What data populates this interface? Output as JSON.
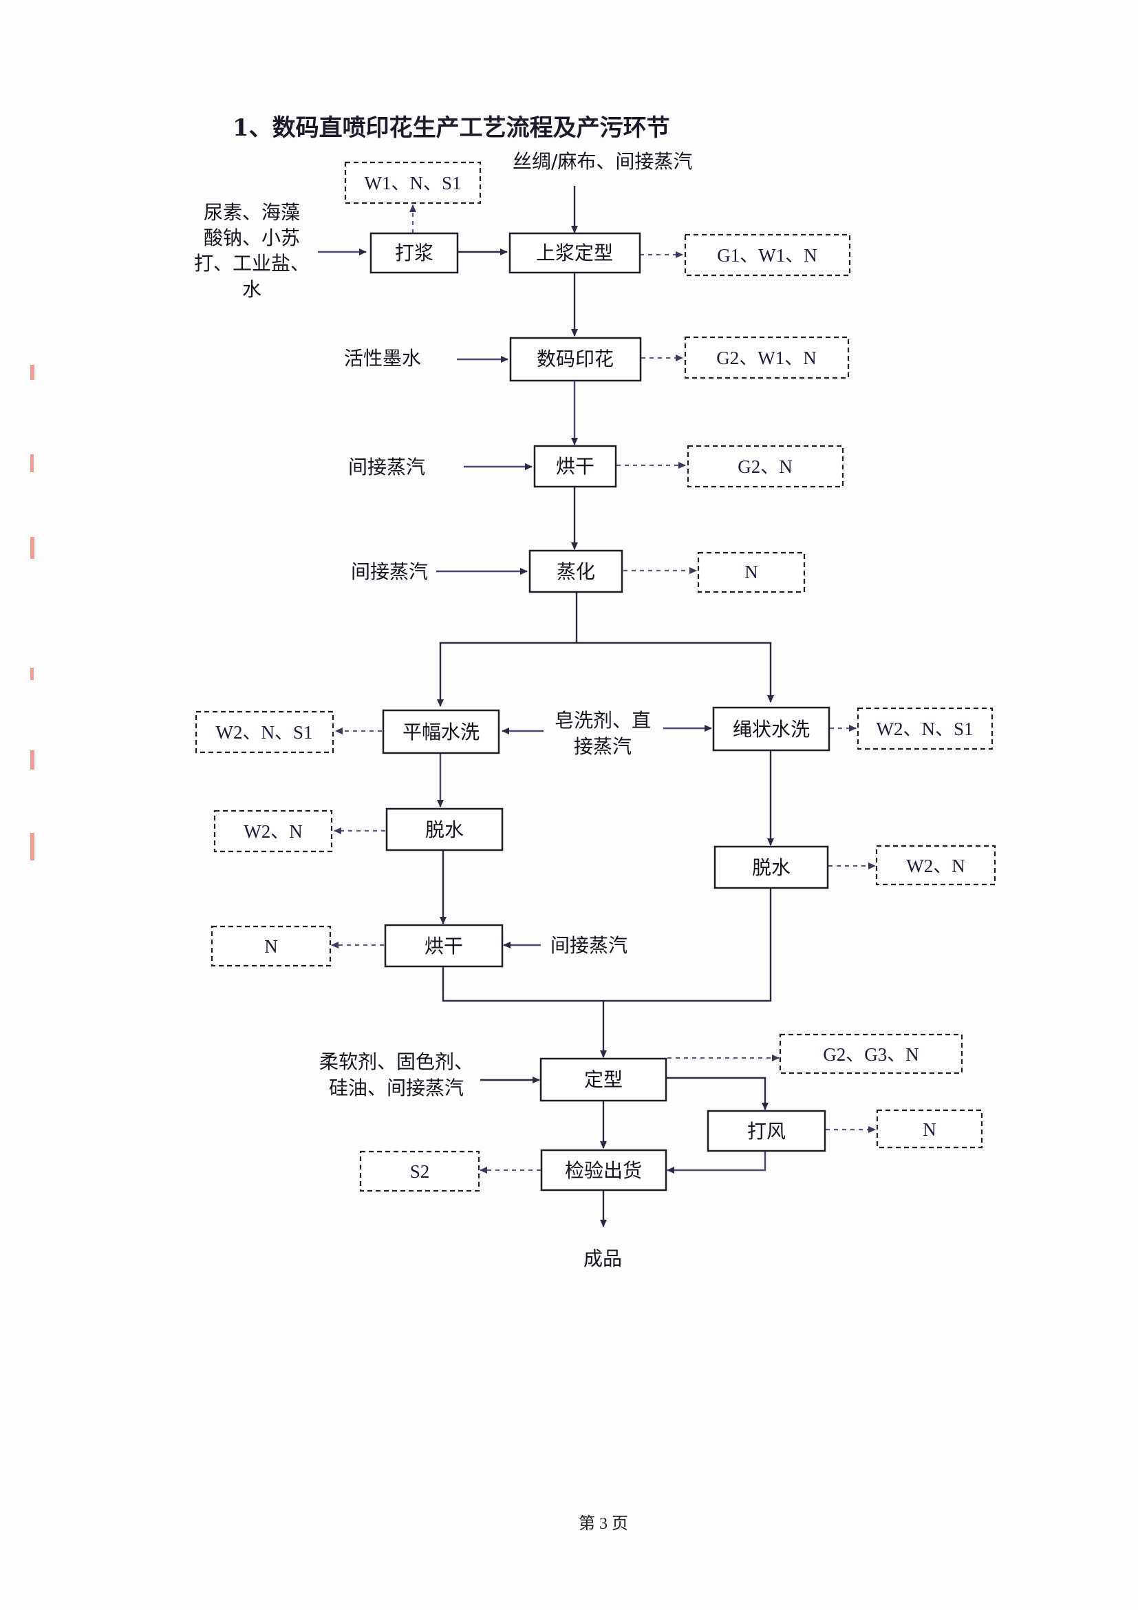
{
  "title": "1、数码直喷印花生产工艺流程及产污环节",
  "footer": "第 3 页",
  "inputs": {
    "raw_material": "丝绸/麻布、间接蒸汽",
    "pulp_additives": [
      "尿素、海藻",
      "酸钠、小苏",
      "打、工业盐、",
      "水"
    ],
    "ink": "活性墨水",
    "steam_dry": "间接蒸汽",
    "steam_steam": "间接蒸汽",
    "soap_steam": [
      "皂洗剂、直",
      "接蒸汽"
    ],
    "steam_dry2": "间接蒸汽",
    "finish_additives": [
      "柔软剂、固色剂、",
      "硅油、间接蒸汽"
    ]
  },
  "nodes": {
    "paste": "打浆",
    "size_set": "上浆定型",
    "digital_print": "数码印花",
    "dry1": "烘干",
    "steaming": "蒸化",
    "open_wash": "平幅水洗",
    "rope_wash": "绳状水洗",
    "dewater_left": "脱水",
    "dewater_right": "脱水",
    "dry2": "烘干",
    "setting": "定型",
    "blowing": "打风",
    "inspect": "检验出货",
    "product": "成品"
  },
  "outputs": {
    "paste": "W1、N、S1",
    "size_set": "G1、W1、N",
    "digital_print": "G2、W1、N",
    "dry1": "G2、N",
    "steaming": "N",
    "open_wash": "W2、N、S1",
    "rope_wash": "W2、N、S1",
    "dewater_left": "W2、N",
    "dewater_right": "W2、N",
    "dry2": "N",
    "setting": "G2、G3、N",
    "blowing": "N",
    "inspect": "S2"
  }
}
